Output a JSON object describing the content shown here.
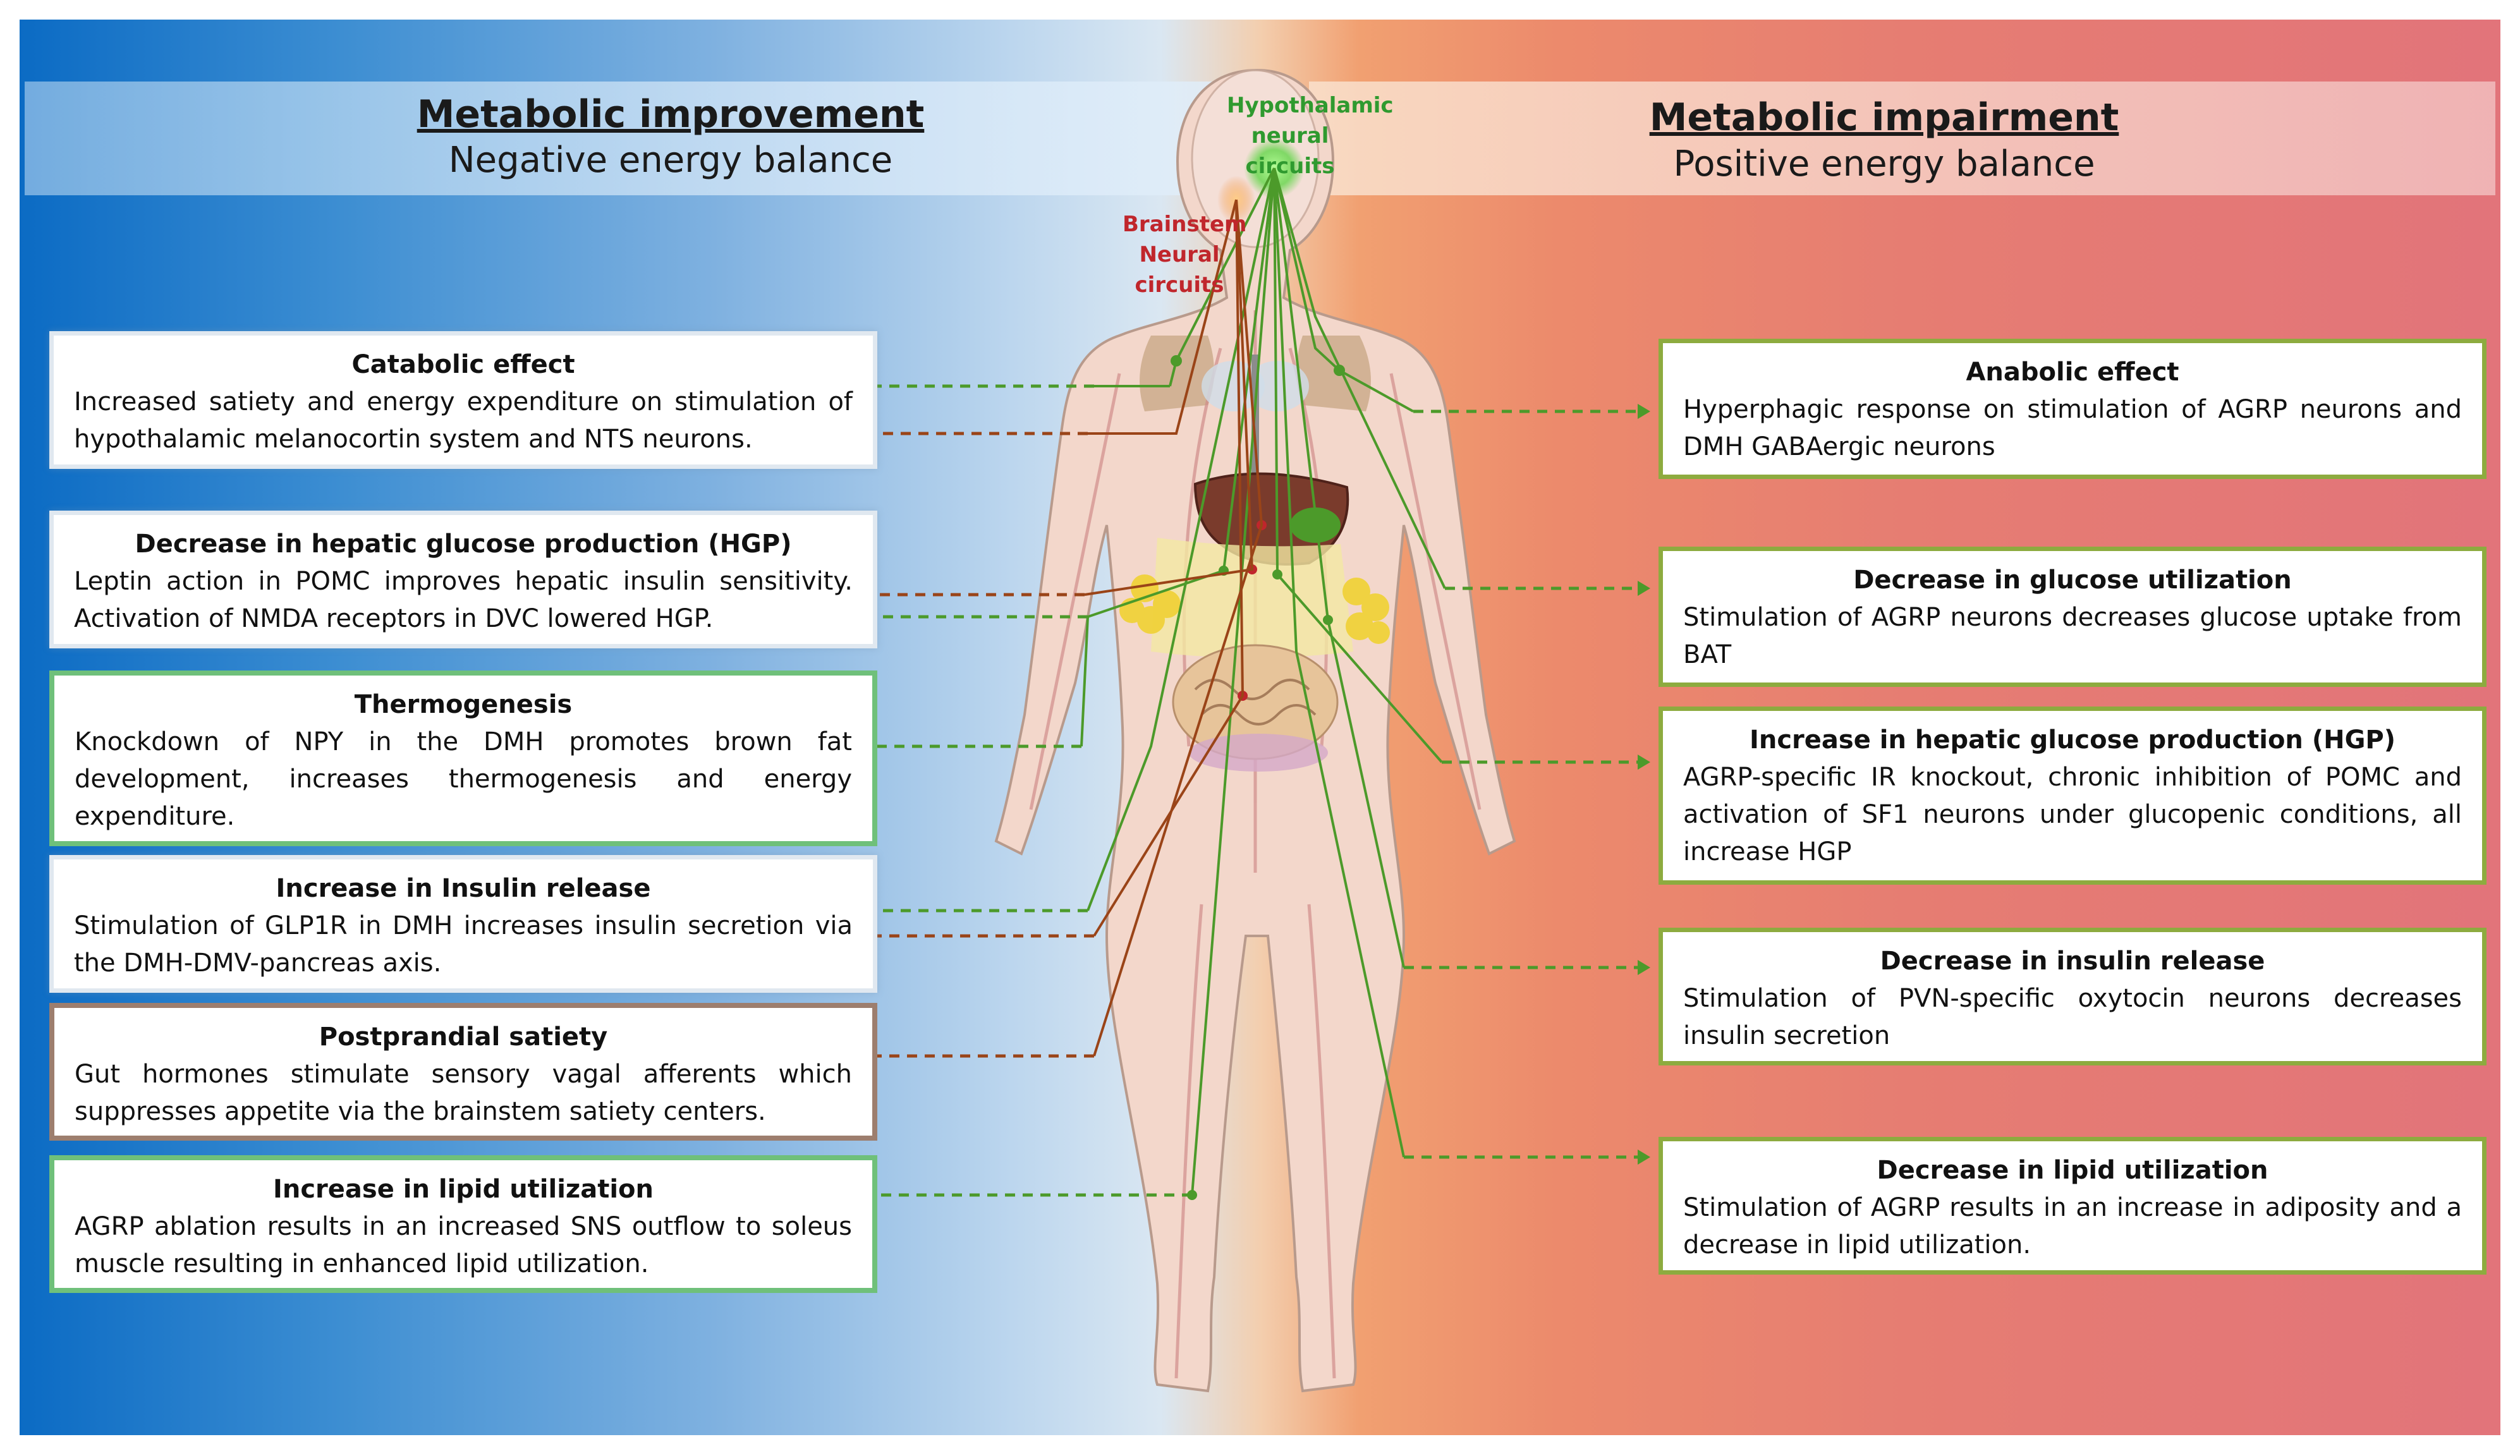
{
  "header": {
    "left_title": "Metabolic improvement",
    "left_subtitle": "Negative energy balance",
    "right_title": "Metabolic impairment",
    "right_subtitle": "Positive energy balance"
  },
  "figure_labels": {
    "hypothalamic": "Hypothalamic neural circuits",
    "brainstem": "Brainstem Neural circuits"
  },
  "left_boxes": [
    {
      "title": "Catabolic effect",
      "body": "Increased satiety and energy expenditure on stimulation of hypothalamic melanocortin system and NTS neurons."
    },
    {
      "title": "Decrease in hepatic glucose production (HGP)",
      "body": "Leptin action in POMC improves hepatic insulin sensitivity. Activation of NMDA receptors in DVC lowered HGP."
    },
    {
      "title": "Thermogenesis",
      "body": "Knockdown of NPY in the DMH promotes brown fat development, increases thermogenesis and energy expenditure."
    },
    {
      "title": "Increase in Insulin release",
      "body": "Stimulation of GLP1R in DMH increases insulin secretion via the DMH-DMV-pancreas axis."
    },
    {
      "title": "Postprandial satiety",
      "body": "Gut hormones stimulate sensory vagal afferents which suppresses appetite via the brainstem satiety centers."
    },
    {
      "title": "Increase in lipid utilization",
      "body": "AGRP ablation results in an increased SNS outflow to soleus muscle resulting in enhanced lipid utilization."
    }
  ],
  "right_boxes": [
    {
      "title": "Anabolic effect",
      "body": "Hyperphagic response on stimulation of AGRP neurons and DMH GABAergic neurons"
    },
    {
      "title": "Decrease in glucose utilization",
      "body": "Stimulation of AGRP neurons decreases glucose uptake from BAT"
    },
    {
      "title": "Increase in hepatic glucose production (HGP)",
      "body": "AGRP-specific IR knockout, chronic inhibition of POMC and activation of SF1 neurons under glucopenic conditions, all increase HGP"
    },
    {
      "title": "Decrease in insulin release",
      "body": "Stimulation of PVN-specific oxytocin neurons decreases insulin secretion"
    },
    {
      "title": "Decrease in lipid utilization",
      "body": "Stimulation of AGRP results in an increase in adiposity and a decrease in lipid utilization."
    }
  ],
  "colors": {
    "hypothalamic_pathway": "#4c9a2a",
    "brainstem_pathway": "#9a4418",
    "left_background": "#0b6bc4",
    "right_background": "#e2747a"
  }
}
